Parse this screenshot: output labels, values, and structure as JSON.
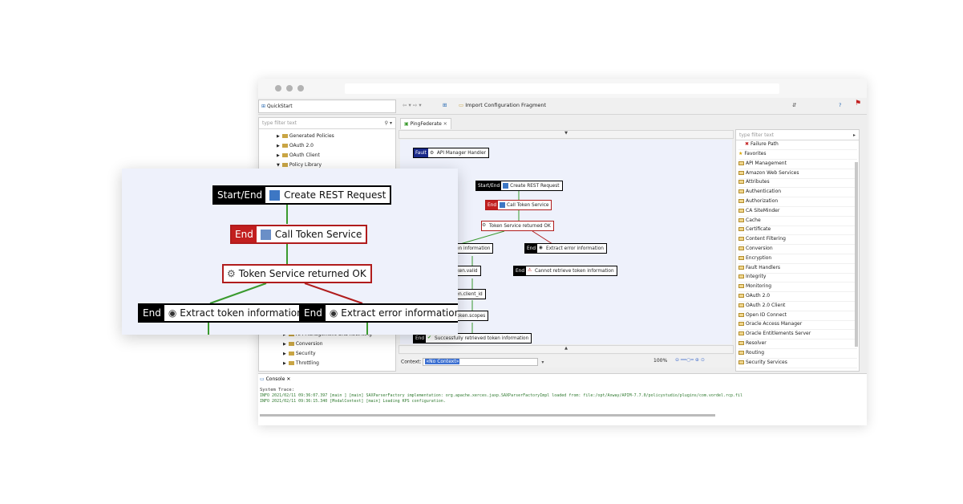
{
  "toolbar": {
    "quickstart": "QuickStart",
    "import_label": "Import Configuration Fragment"
  },
  "left_tree": {
    "filter_placeholder": "type filter text",
    "items": [
      "Generated Policies",
      "OAuth 2.0",
      "OAuth Client",
      "Policy Library"
    ],
    "lower_items": [
      "API Management URL Rewriting",
      "Conversion",
      "Security",
      "Throttling"
    ]
  },
  "editor": {
    "tab_label": "PingFederate",
    "context_label": "Context:",
    "context_value": "«No Context»",
    "zoom": "100%",
    "nodes": {
      "fault_tag": "Fault",
      "fault_label": "API Manager Handler",
      "start_tag": "Start/End",
      "create_request": "Create REST Request",
      "end_tag": "End",
      "call_token": "Call Token Service",
      "returned_ok": "Token Service returned OK",
      "extract_token": "Extract token information",
      "extract_error": "Extract error information",
      "cannot_retrieve": "Cannot retrieve token information",
      "oauth_valid": "t oauth.token.valid",
      "oauth_client": "oauth.token.client_id",
      "oauth_scopes": "et oauth.token.scopes",
      "success": "Successfully retrieved token information",
      "extract_token_cut": "xtract token information"
    }
  },
  "palette": {
    "filter_placeholder": "type filter text",
    "top_item": "Failure Path",
    "items": [
      "Favorites",
      "API Management",
      "Amazon Web Services",
      "Attributes",
      "Authentication",
      "Authorization",
      "CA SiteMinder",
      "Cache",
      "Certificate",
      "Content Filtering",
      "Conversion",
      "Encryption",
      "Fault Handlers",
      "Integrity",
      "Monitoring",
      "OAuth 2.0",
      "OAuth 2.0 Client",
      "Open ID Connect",
      "Oracle Access Manager",
      "Oracle Entitlements Server",
      "Resolver",
      "Routing",
      "Security Services"
    ]
  },
  "console": {
    "tab_label": "Console",
    "trace_label": "System Trace:",
    "lines": [
      "INFO    2021/02/11 09:36:07.397 [main    ] [main] SAXParserFactory implementation: org.apache.xerces.jaxp.SAXParserFactoryImpl loaded from: file:/opt/Axway/APIM-7.7.0/policystudio/plugins/com.vordel.rcp.fil",
      "INFO    2021/02/11 09:36:15.340 [ModalContext] [main] Loading KPS configuration."
    ]
  },
  "zoomed": {
    "start_tag": "Start/End",
    "create_request": "Create REST Request",
    "end_tag": "End",
    "call_token": "Call Token Service",
    "returned_ok": "Token Service returned OK",
    "extract_token": "Extract token information",
    "extract_error": "Extract error information"
  },
  "colors": {
    "green_link": "#3a9a2e",
    "red_link": "#b01c1c",
    "canvas_bg": "#eef1fb"
  }
}
